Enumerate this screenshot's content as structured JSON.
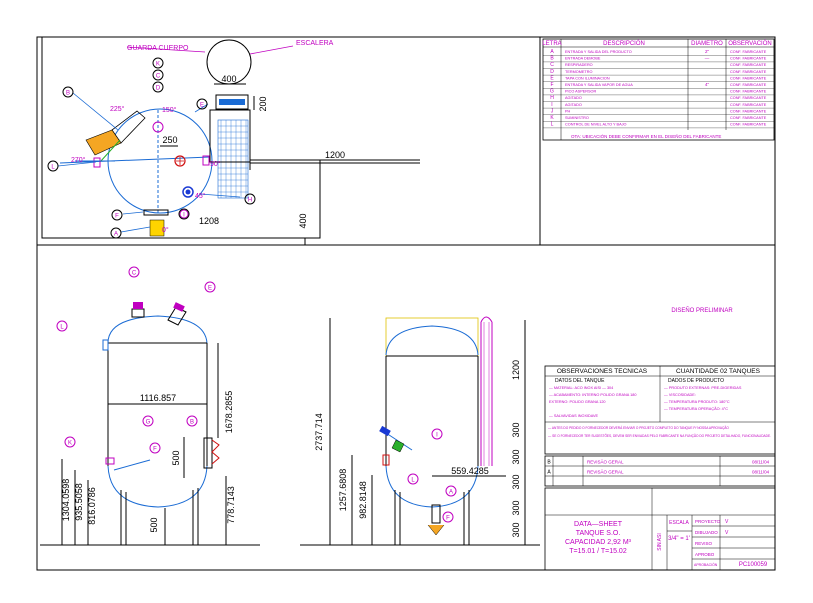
{
  "top_view": {
    "guarda_cuerpo": "GUARDA CUERPO",
    "escalera": "ESCALERA",
    "dim_400": "400",
    "dim_200": "200",
    "dim_1200": "1200",
    "dim_250": "250",
    "dim_1208": "1208",
    "dim_400_side": "400",
    "angles": {
      "a225": "225°",
      "a150": "150°",
      "a270": "270°",
      "a90": "90°",
      "a45": "45°",
      "a0": "0°"
    }
  },
  "letters": [
    "A",
    "B",
    "C",
    "D",
    "E",
    "F",
    "G",
    "H",
    "I",
    "J",
    "K",
    "L"
  ],
  "nozzle_table": {
    "headers": [
      "LETRA",
      "DESCRIPCIÓN",
      "DIAMETRO",
      "OBSERVACIÓN"
    ],
    "rows": [
      [
        "A",
        "ENTRADA Y SALIDA DEL PRODUCTO",
        "2\"",
        "CONF. FABRICANTE"
      ],
      [
        "B",
        "ENTRADA DEMOBE",
        "—",
        "CONF. FABRICANTE"
      ],
      [
        "C",
        "RESPIRADERO",
        "",
        "CONF. FABRICANTE"
      ],
      [
        "D",
        "TERMOMETRO",
        "",
        "CONF. FABRICANTE"
      ],
      [
        "E",
        "TAPA CON ILUMINACION",
        "",
        "CONF. FABRICANTE"
      ],
      [
        "F",
        "ENTRADA Y SALIDA VAPOR DE AGUA",
        "4\"",
        "CONF. FABRICANTE"
      ],
      [
        "G",
        "PICO ASPERSOR",
        "",
        "CONF. FABRICANTE"
      ],
      [
        "H",
        "AGITADO",
        "",
        "CONF. FABRICANTE"
      ],
      [
        "I",
        "AGITADO",
        "",
        "CONF. FABRICANTE"
      ],
      [
        "J",
        "PH",
        "",
        "CONF. FABRICANTE"
      ],
      [
        "K",
        "SUMINISTRO",
        "",
        "CONF. FABRICANTE"
      ],
      [
        "L",
        "CONTROL DE NIVEL ALTO Y BAJO",
        "",
        "CONF. FABRICANTE"
      ]
    ],
    "note": "OTA: UBICACIÓN DEBE CONFIRMAR EN EL DISEÑO DEL FABRICANTE"
  },
  "front_view": {
    "dims": {
      "width": "1116.857",
      "height_top": "1678.2855",
      "h1": "1304.0598",
      "h2": "935.5058",
      "h3": "816.0786",
      "h4": "778.7143",
      "d500a": "500",
      "d500b": "500"
    }
  },
  "side_view": {
    "dims": {
      "total": "2737.714",
      "h1": "1257.6808",
      "h2": "982.8148",
      "width": "559.4285",
      "d1200": "1200",
      "d300a": "300",
      "d300b": "300",
      "d300c": "300",
      "d300d": "300",
      "d300e": "300"
    }
  },
  "diseno_preliminar": "DISEÑO PRELIMINAR",
  "notes": {
    "obs_title": "OBSERVACIONES TECNICAS",
    "qty_title": "CUANTIDADE 02 TANQUES",
    "datos_tanque": "DATOS DEL TANQUE",
    "datos_producto": "DADOS DE PRODUCTO",
    "left_lines": [
      "— MATERIAL: ACO INOX AISI — 304",
      "— ACABAMENTO: INTERNO POLIDO GRANA 180",
      "  EXTERNO: POLIDO GRANA 120",
      "",
      "— SALVAVIDAS INOXIDAVE"
    ],
    "right_lines": [
      "— PRODUTO EXTERNAS: PRE-DIGERIDAS",
      "— VISCOSIDADE:",
      "— TEMPERATURA PRODUTO: 180°C",
      "— TEMPERATURA OPERAÇÃO: 4°C"
    ],
    "footer_lines": [
      "— ANTES DO PEDIDO O FORNECEDOR DEVERÁ ENVIAR O PROJETO COMPLETO DO TANQUE P/ NOSSA APROVAÇÃO",
      "— SE O FORNECEDOR TER SUGESTÕES, DEVEM SER ENVIADAS PELO FABRICANTE NA FUNÇÃO DO PROJETO DETALHADO, FUNCIONALIDADE."
    ]
  },
  "revisions": [
    {
      "letter": "B",
      "label": "REVISÃO GERAL",
      "date": "08/11/04"
    },
    {
      "letter": "A",
      "label": "REVISÃO GERAL",
      "date": "08/11/04"
    }
  ],
  "title_block": {
    "title_lines": [
      "DATA—SHEET",
      "TANQUE S.O.",
      "CAPACIDAD 2,92 M³",
      "T=15.01 / T=15.02"
    ],
    "escala_label": "ESCALA",
    "escala_value": "3/4\" = 1'",
    "side_code": "SIN ASI",
    "rows": [
      "PROYECTO",
      "DIBUJADO",
      "REVISO",
      "APROBO",
      "APROBACIÓN"
    ],
    "row_vals": [
      "V",
      "V",
      "",
      "",
      ""
    ],
    "code": "PC100059"
  }
}
